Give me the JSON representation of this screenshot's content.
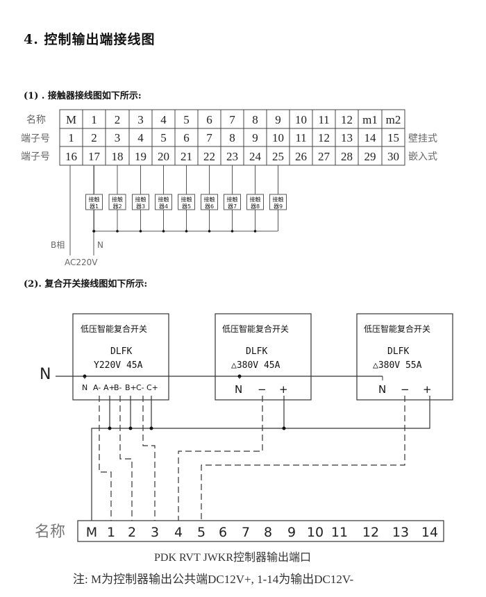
{
  "heading": "4. 控制输出端接线图",
  "section1": {
    "title": "(1) . 接触器接线图如下所示:",
    "row_labels": [
      "名称",
      "端子号",
      "端子号"
    ],
    "row_suffix": [
      "",
      "壁挂式",
      "嵌入式"
    ],
    "names": [
      "M",
      "1",
      "2",
      "3",
      "4",
      "5",
      "6",
      "7",
      "8",
      "9",
      "10",
      "11",
      "12",
      "m1",
      "m2"
    ],
    "wall_terminals": [
      "1",
      "2",
      "3",
      "4",
      "5",
      "6",
      "7",
      "8",
      "9",
      "10",
      "11",
      "12",
      "13",
      "14",
      "15"
    ],
    "embedded_terminals": [
      "16",
      "17",
      "18",
      "19",
      "20",
      "21",
      "22",
      "23",
      "24",
      "25",
      "26",
      "27",
      "28",
      "29",
      "30"
    ],
    "contactors": [
      {
        "top": "接触",
        "bottom": "器1"
      },
      {
        "top": "接触",
        "bottom": "器2"
      },
      {
        "top": "接触",
        "bottom": "器3"
      },
      {
        "top": "接触",
        "bottom": "器4"
      },
      {
        "top": "接触",
        "bottom": "器5"
      },
      {
        "top": "接触",
        "bottom": "器6"
      },
      {
        "top": "接触",
        "bottom": "器7"
      },
      {
        "top": "接触",
        "bottom": "器8"
      },
      {
        "top": "接触",
        "bottom": "器9"
      }
    ],
    "phase_label": "B相",
    "neutral_label": "N",
    "supply_label": "AC220V"
  },
  "section2": {
    "title": "(2). 复合开关接线图如下所示:",
    "neutral_bus_label": "N",
    "switches": [
      {
        "name": "低压智能复合开关",
        "model": "DLFK",
        "rating": "Y220V 45A",
        "terminals": [
          "N",
          "A-",
          "A+",
          "B-",
          "B+",
          "C-",
          "C+"
        ]
      },
      {
        "name": "低压智能复合开关",
        "model": "DLFK",
        "rating": "△380V 45A",
        "terminals": [
          "N",
          "−",
          "+"
        ]
      },
      {
        "name": "低压智能复合开关",
        "model": "DLFK",
        "rating": "△380V 55A",
        "terminals": [
          "N",
          "−",
          "+"
        ]
      }
    ],
    "output_bar_label": "名称",
    "output_terminals": [
      "M",
      "1",
      "2",
      "3",
      "4",
      "5",
      "6",
      "7",
      "8",
      "9",
      "10",
      "11",
      "12",
      "13",
      "14"
    ],
    "caption": "PDK RVT JWKR控制器输出端口",
    "note": "注: M为控制器输出公共端DC12V+, 1-14为输出DC12V-"
  }
}
